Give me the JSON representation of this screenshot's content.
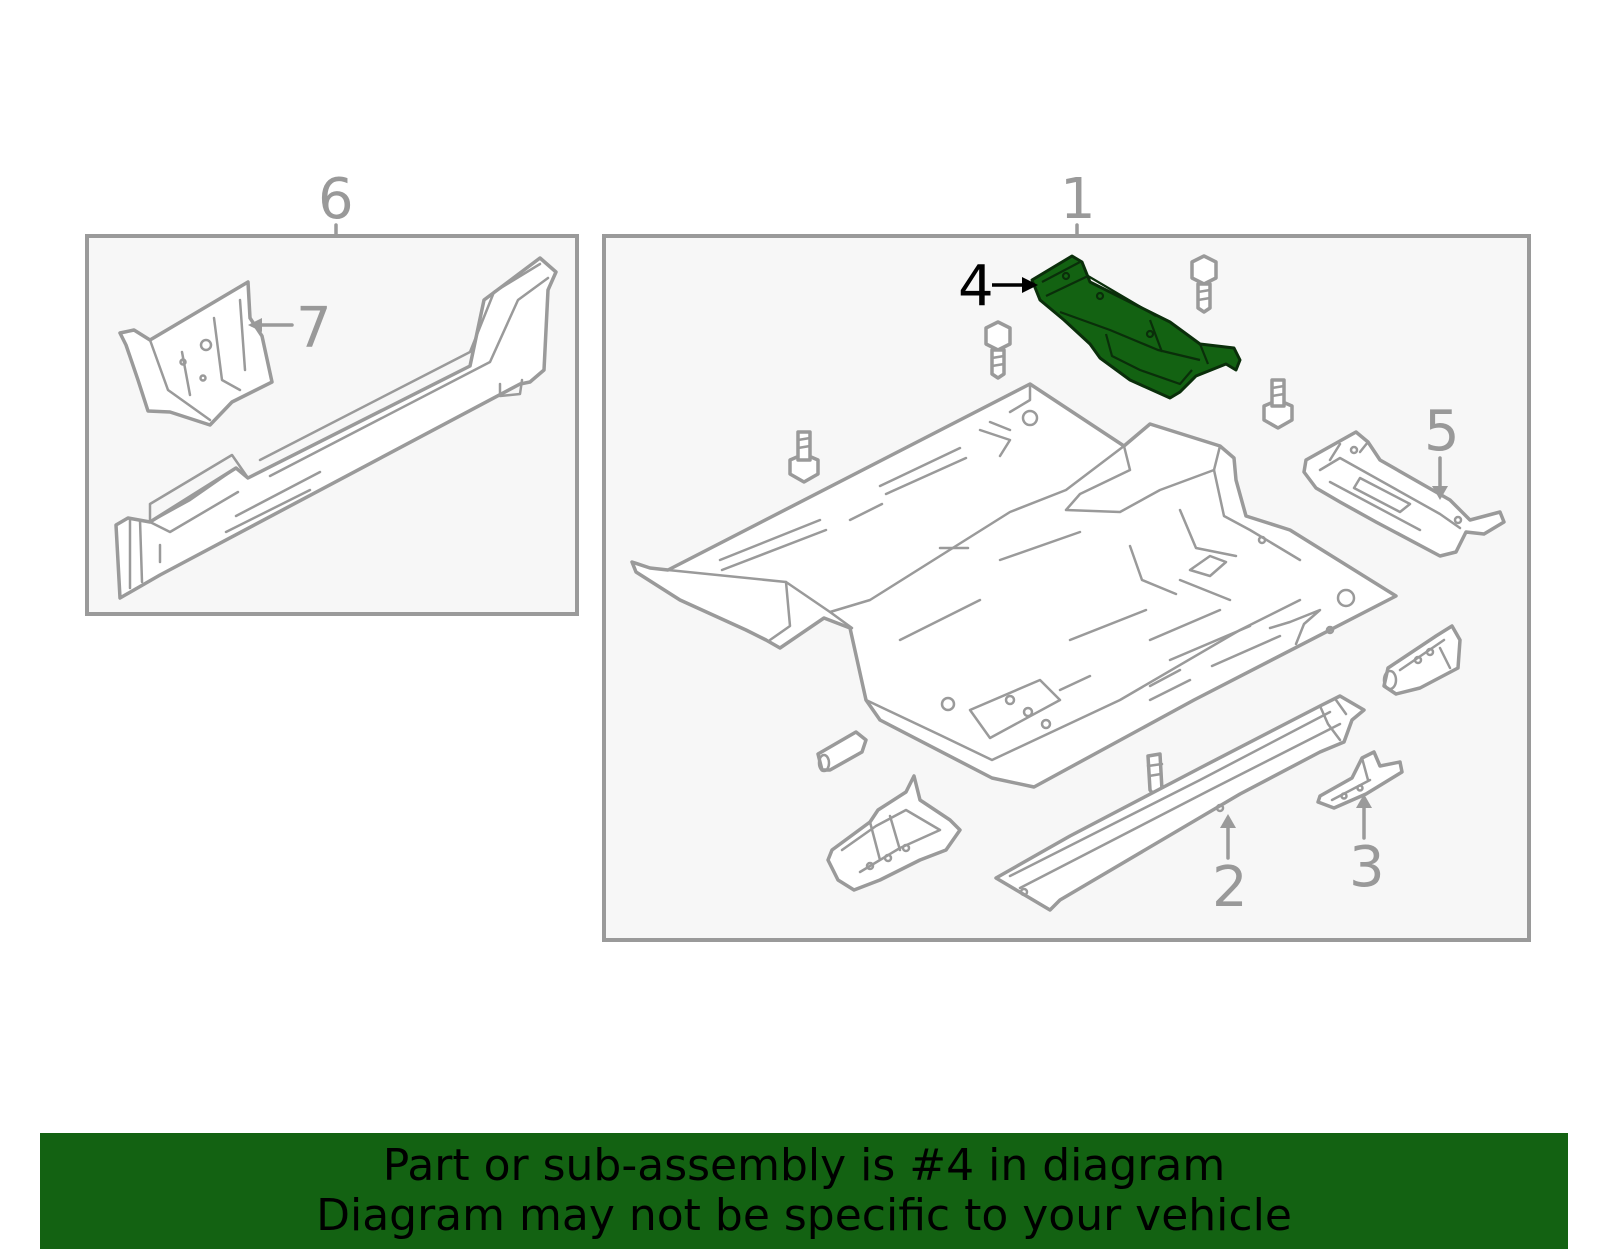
{
  "callouts": {
    "c1": "1",
    "c2": "2",
    "c3": "3",
    "c4": "4",
    "c5": "5",
    "c6": "6",
    "c7": "7"
  },
  "highlighted_part": "4",
  "colors": {
    "highlight": "#136212",
    "outline": "#9a9a9a",
    "box_background": "#f7f7f7"
  },
  "banner": {
    "line1": "Part or sub-assembly is #4 in diagram",
    "line2": "Diagram may not be specific to your vehicle"
  }
}
